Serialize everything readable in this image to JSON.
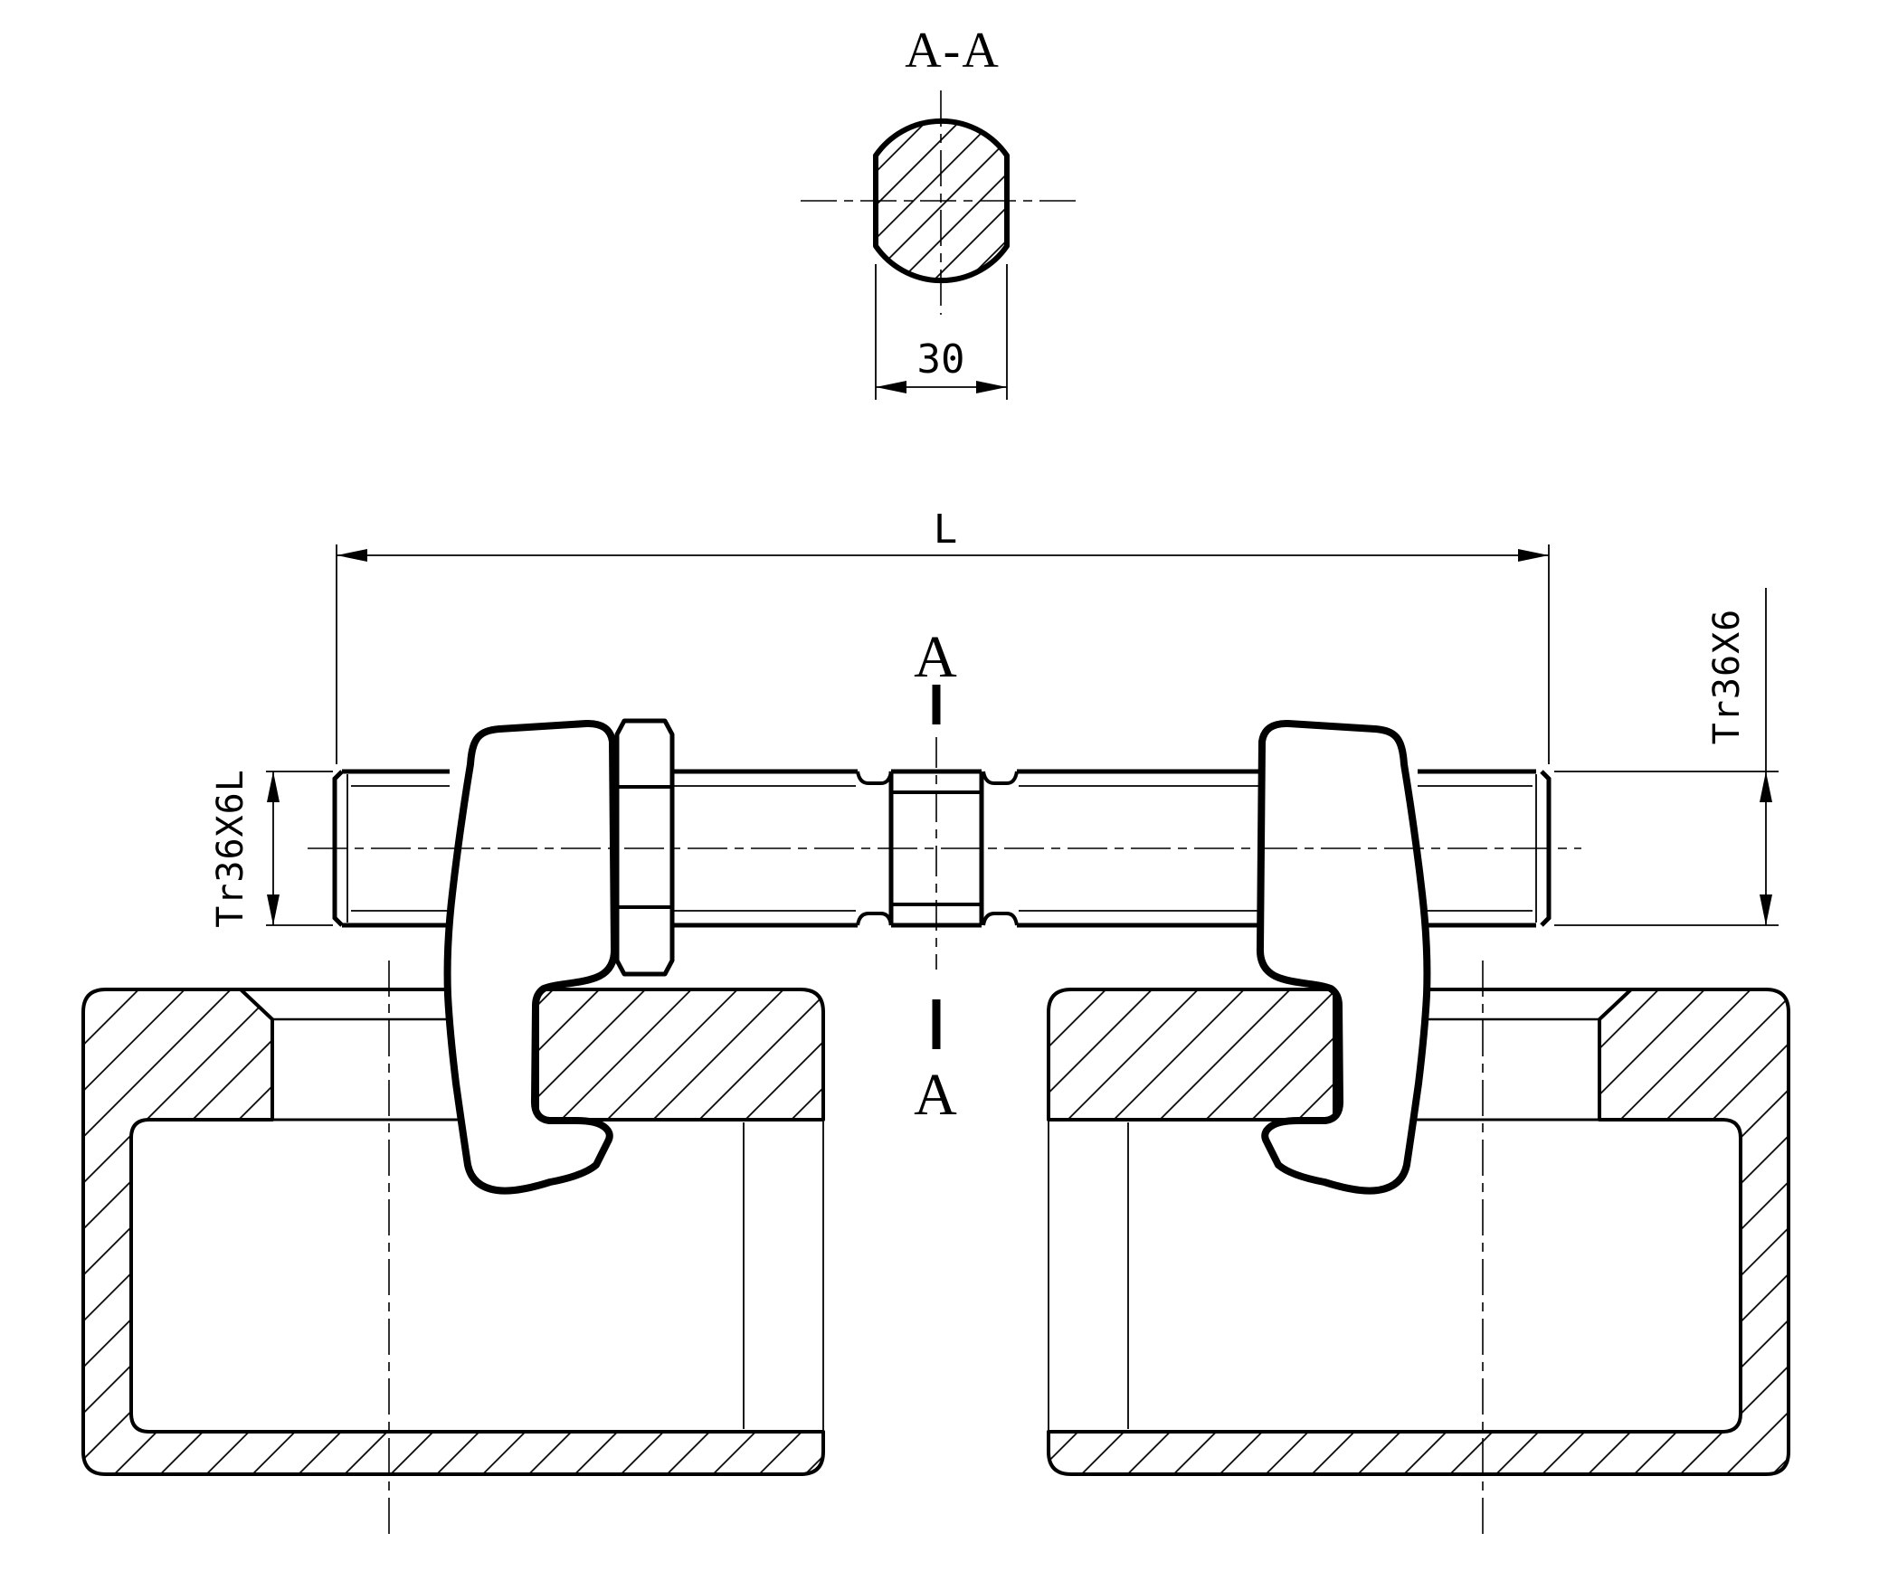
{
  "colors": {
    "line": "#000000",
    "background": "#ffffff"
  },
  "section_view": {
    "title": "A-A",
    "width_dim": "30"
  },
  "dimensions": {
    "length": "L",
    "thread_left": "Tr36X6L",
    "thread_right": "Tr36X6"
  },
  "section_marks": {
    "top": "A",
    "bottom": "A"
  }
}
